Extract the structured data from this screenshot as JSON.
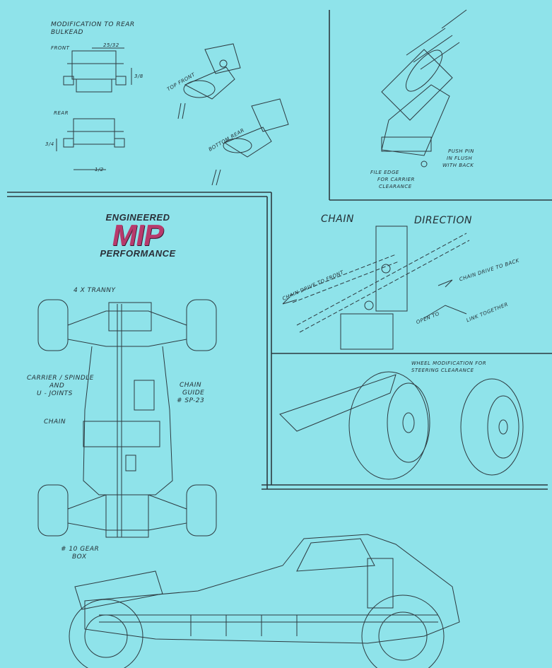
{
  "logo": {
    "line1": "ENGINEERED",
    "line2": "MIP",
    "line3": "PERFORMANCE",
    "color_main": "#b73a6c"
  },
  "panels": {
    "bulkhead": {
      "title_line1": "MODIFICATION TO REAR",
      "title_line2": "BULKEAD",
      "front_label": "FRONT",
      "rear_label": "REAR",
      "dim_top": "25/32",
      "dim_side_front": "3/8",
      "dim_side_rear": "3/4",
      "dim_bottom": "1/2",
      "top_front_label": "TOP FRONT",
      "bottom_rear_label": "BOTTOM REAR"
    },
    "carrier": {
      "file_edge": "FILE EDGE FOR CARRIER CLEARANCE",
      "file_edge_l1": "FILE EDGE",
      "file_edge_l2": "FOR CARRIER",
      "file_edge_l3": "CLEARANCE",
      "push_pin_l1": "PUSH PIN",
      "push_pin_l2": "IN FLUSH",
      "push_pin_l3": "WITH BACK"
    },
    "chain": {
      "title_left": "CHAIN",
      "title_right": "DIRECTION",
      "drive_front": "CHAIN DRIVE TO FRONT",
      "drive_back": "CHAIN DRIVE TO BACK",
      "open_to": "OPEN TO",
      "link_together": "LINK TOGETHER"
    },
    "wheel": {
      "title_line1": "WHEEL   MODIFICATION FOR",
      "title_line2": "STEERING  CLEARANCE"
    },
    "chassis": {
      "tranny": "4 X TRANNY",
      "carrier_l1": "CARRIER / SPINDLE",
      "carrier_l2": "AND",
      "carrier_l3": "U - JOINTS",
      "chain": "CHAIN",
      "guide_l1": "CHAIN",
      "guide_l2": "GUIDE",
      "guide_l3": "# SP-23",
      "gearbox_l1": "# 10 GEAR",
      "gearbox_l2": "BOX"
    }
  }
}
